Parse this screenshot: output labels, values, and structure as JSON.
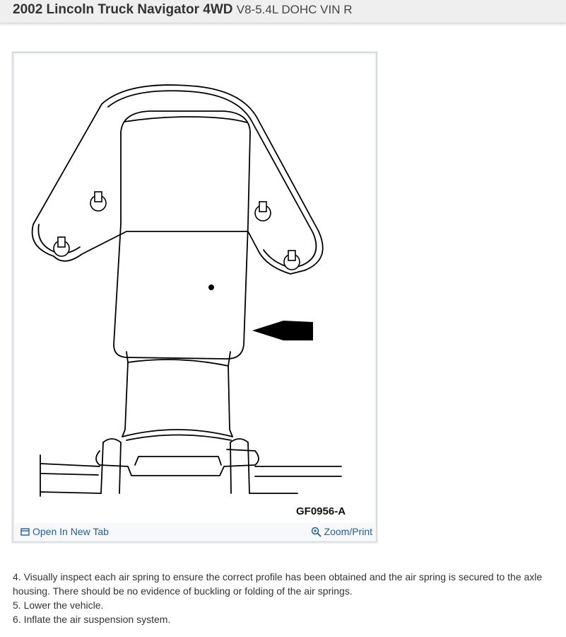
{
  "header": {
    "title_strong": "2002 Lincoln Truck Navigator 4WD",
    "title_sub": "V8-5.4L DOHC VIN R"
  },
  "figure": {
    "label": "GF0956-A",
    "open_link": "Open In New Tab",
    "zoom_link": "Zoom/Print",
    "open_icon": "open-tab-icon",
    "zoom_icon": "zoom-icon"
  },
  "steps": [
    "4. Visually inspect each air spring to ensure the correct profile has been obtained and the air spring is secured to the axle housing. There should be no evidence of buckling or folding of the air springs.",
    "5. Lower the vehicle.",
    "6. Inflate the air suspension system."
  ],
  "colors": {
    "link": "#1a5fa8",
    "header_bg": "#efeff0"
  }
}
